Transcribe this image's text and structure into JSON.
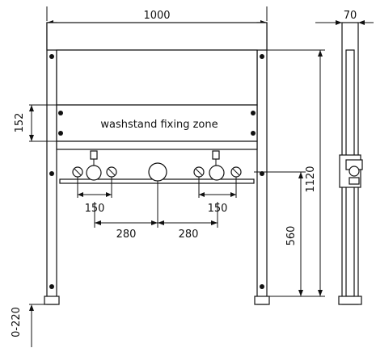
{
  "dimensions": {
    "overall_width": "1000",
    "depth": "70",
    "overall_height": "1120",
    "fixing_zone_height": "152",
    "outlet_height": "560",
    "foot_adjust": "0-220",
    "left_valve_spacing": "150",
    "right_valve_spacing": "150",
    "left_offset": "280",
    "right_offset": "280"
  },
  "labels": {
    "fixing_zone": "washstand fixing zone"
  }
}
